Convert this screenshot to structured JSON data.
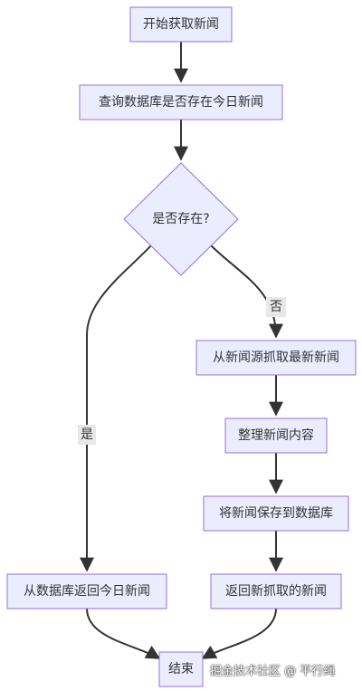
{
  "colors": {
    "node_fill": "#ECECFF",
    "node_stroke": "#9370DB",
    "edge": "#333333",
    "label_bg": "#E8E8E8"
  },
  "nodes": {
    "start": "开始获取新闻",
    "query_db": "查询数据库是否存在今日新闻",
    "decision": "是否存在?",
    "fetch_source": "从新闻源抓取最新新闻",
    "organize": "整理新闻内容",
    "save_db": "将新闻保存到数据库",
    "return_db": "从数据库返回今日新闻",
    "return_new": "返回新抓取的新闻",
    "end": "结束"
  },
  "edges": {
    "yes_label": "是",
    "no_label": "否"
  },
  "watermark": "掘金技术社区 @ 平行绳"
}
